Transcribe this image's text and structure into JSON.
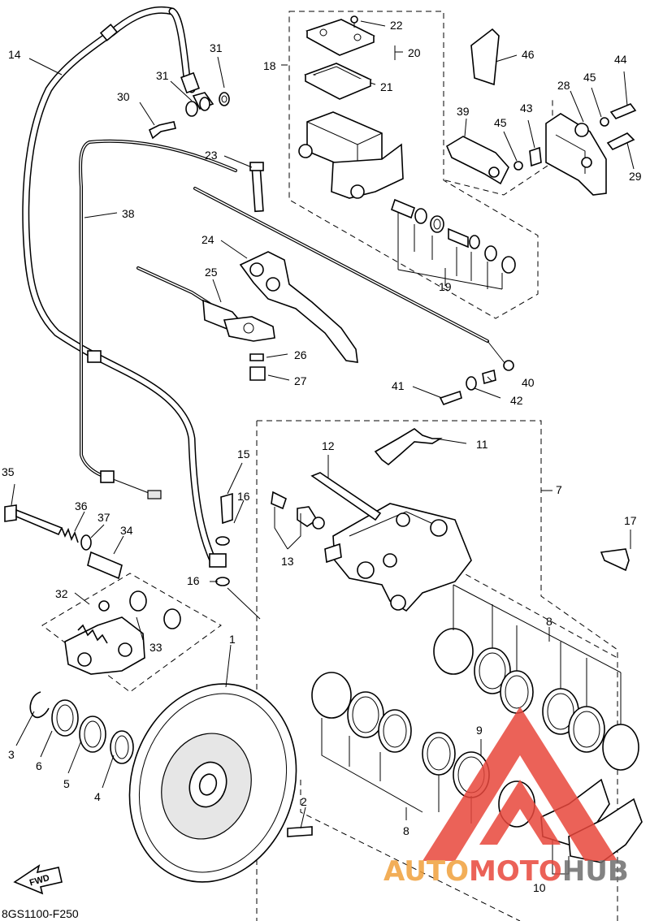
{
  "diagram_code": "8GS1100-F250",
  "fwd_label": "FWD",
  "watermark": {
    "brand_auto": "AUTO",
    "brand_moto": "MOTO",
    "brand_hub": "HUB",
    "color_red": "#e8473c",
    "color_orange": "#f0a03c",
    "color_gray": "#6e6e6e"
  },
  "callouts": [
    {
      "id": "c1",
      "text": "1"
    },
    {
      "id": "c2",
      "text": "2"
    },
    {
      "id": "c3",
      "text": "3"
    },
    {
      "id": "c4",
      "text": "4"
    },
    {
      "id": "c5",
      "text": "5"
    },
    {
      "id": "c6",
      "text": "6"
    },
    {
      "id": "c7",
      "text": "7"
    },
    {
      "id": "c8a",
      "text": "8"
    },
    {
      "id": "c8b",
      "text": "8"
    },
    {
      "id": "c9",
      "text": "9"
    },
    {
      "id": "c10",
      "text": "10"
    },
    {
      "id": "c11",
      "text": "11"
    },
    {
      "id": "c12",
      "text": "12"
    },
    {
      "id": "c13",
      "text": "13"
    },
    {
      "id": "c14",
      "text": "14"
    },
    {
      "id": "c15",
      "text": "15"
    },
    {
      "id": "c16a",
      "text": "16"
    },
    {
      "id": "c16b",
      "text": "16"
    },
    {
      "id": "c17",
      "text": "17"
    },
    {
      "id": "c18",
      "text": "18"
    },
    {
      "id": "c19",
      "text": "19"
    },
    {
      "id": "c20",
      "text": "20"
    },
    {
      "id": "c21",
      "text": "21"
    },
    {
      "id": "c22",
      "text": "22"
    },
    {
      "id": "c23",
      "text": "23"
    },
    {
      "id": "c24",
      "text": "24"
    },
    {
      "id": "c25",
      "text": "25"
    },
    {
      "id": "c26",
      "text": "26"
    },
    {
      "id": "c27",
      "text": "27"
    },
    {
      "id": "c28",
      "text": "28"
    },
    {
      "id": "c29",
      "text": "29"
    },
    {
      "id": "c30",
      "text": "30"
    },
    {
      "id": "c31a",
      "text": "31"
    },
    {
      "id": "c31b",
      "text": "31"
    },
    {
      "id": "c32",
      "text": "32"
    },
    {
      "id": "c33",
      "text": "33"
    },
    {
      "id": "c34",
      "text": "34"
    },
    {
      "id": "c35",
      "text": "35"
    },
    {
      "id": "c36",
      "text": "36"
    },
    {
      "id": "c37",
      "text": "37"
    },
    {
      "id": "c38",
      "text": "38"
    },
    {
      "id": "c39",
      "text": "39"
    },
    {
      "id": "c40",
      "text": "40"
    },
    {
      "id": "c41",
      "text": "41"
    },
    {
      "id": "c42",
      "text": "42"
    },
    {
      "id": "c43",
      "text": "43"
    },
    {
      "id": "c44",
      "text": "44"
    },
    {
      "id": "c45a",
      "text": "45"
    },
    {
      "id": "c45b",
      "text": "45"
    },
    {
      "id": "c46",
      "text": "46"
    }
  ]
}
